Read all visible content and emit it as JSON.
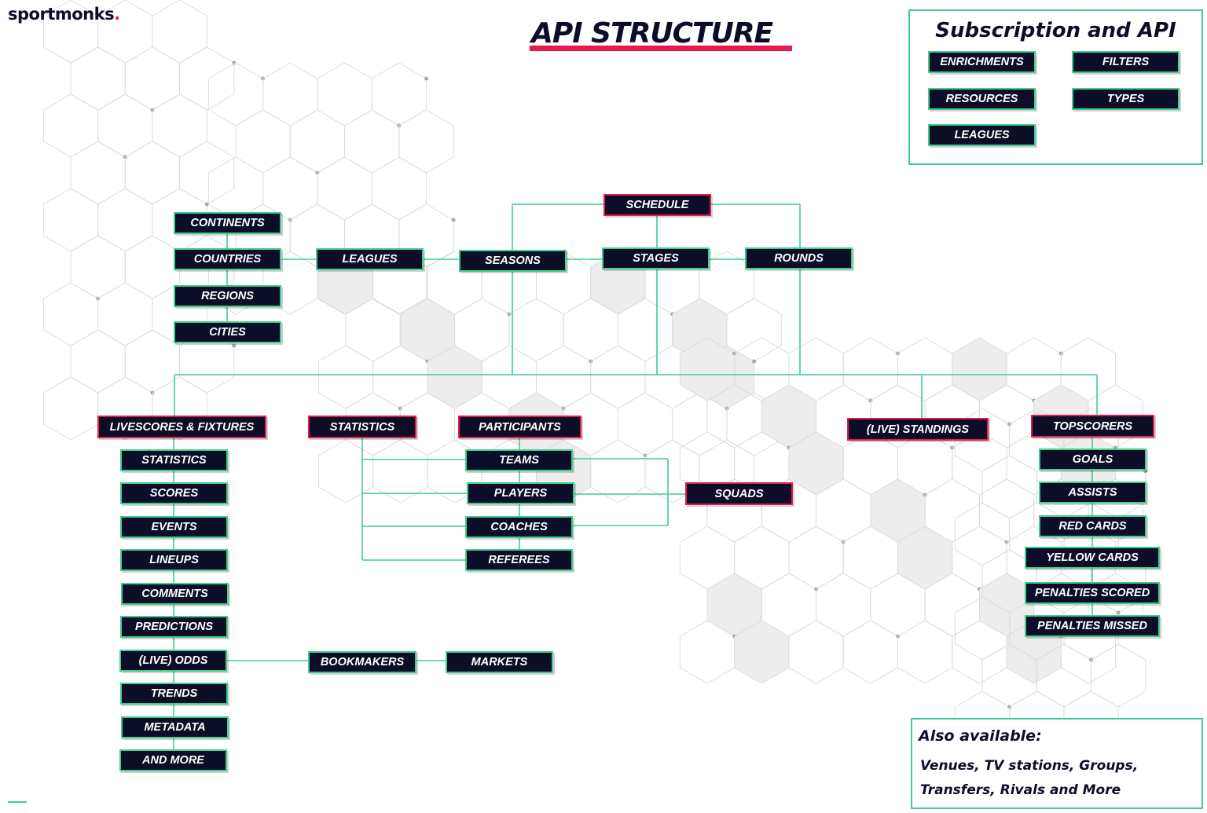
{
  "logo": {
    "name": "sportmonks",
    "dot": "."
  },
  "title": "API STRUCTURE",
  "subscription": {
    "title": "Subscription and API",
    "items": [
      "ENRICHMENTS",
      "FILTERS",
      "RESOURCES",
      "TYPES",
      "LEAGUES"
    ]
  },
  "also": {
    "title": "Also available:",
    "text": "Venues, TV stations, Groups, Transfers, Rivals and More"
  },
  "geo": [
    "CONTINENTS",
    "COUNTRIES",
    "REGIONS",
    "CITIES"
  ],
  "core": {
    "leagues": "LEAGUES",
    "seasons": "SEASONS",
    "schedule": "SCHEDULE",
    "stages": "STAGES",
    "rounds": "ROUNDS"
  },
  "livescores": {
    "header": "LIVESCORES & FIXTURES",
    "items": [
      "STATISTICS",
      "SCORES",
      "EVENTS",
      "LINEUPS",
      "COMMENTS",
      "PREDICTIONS",
      "(LIVE) ODDS",
      "TRENDS",
      "METADATA",
      "AND MORE"
    ]
  },
  "odds_chain": [
    "BOOKMAKERS",
    "MARKETS"
  ],
  "statistics": {
    "header": "STATISTICS"
  },
  "participants": {
    "header": "PARTICIPANTS",
    "items": [
      "TEAMS",
      "PLAYERS",
      "COACHES",
      "REFEREES"
    ]
  },
  "squads": "SQUADS",
  "standings": "(LIVE) STANDINGS",
  "topscorers": {
    "header": "TOPSCORERS",
    "items": [
      "GOALS",
      "ASSISTS",
      "RED CARDS",
      "YELLOW CARDS",
      "PENALTIES SCORED",
      "PENALTIES MISSED"
    ]
  },
  "colors": {
    "node_bg": "#0c0d26",
    "accent_green": "#3ecf8e",
    "accent_red": "#e8194e",
    "text_dark": "#0c0d26"
  }
}
